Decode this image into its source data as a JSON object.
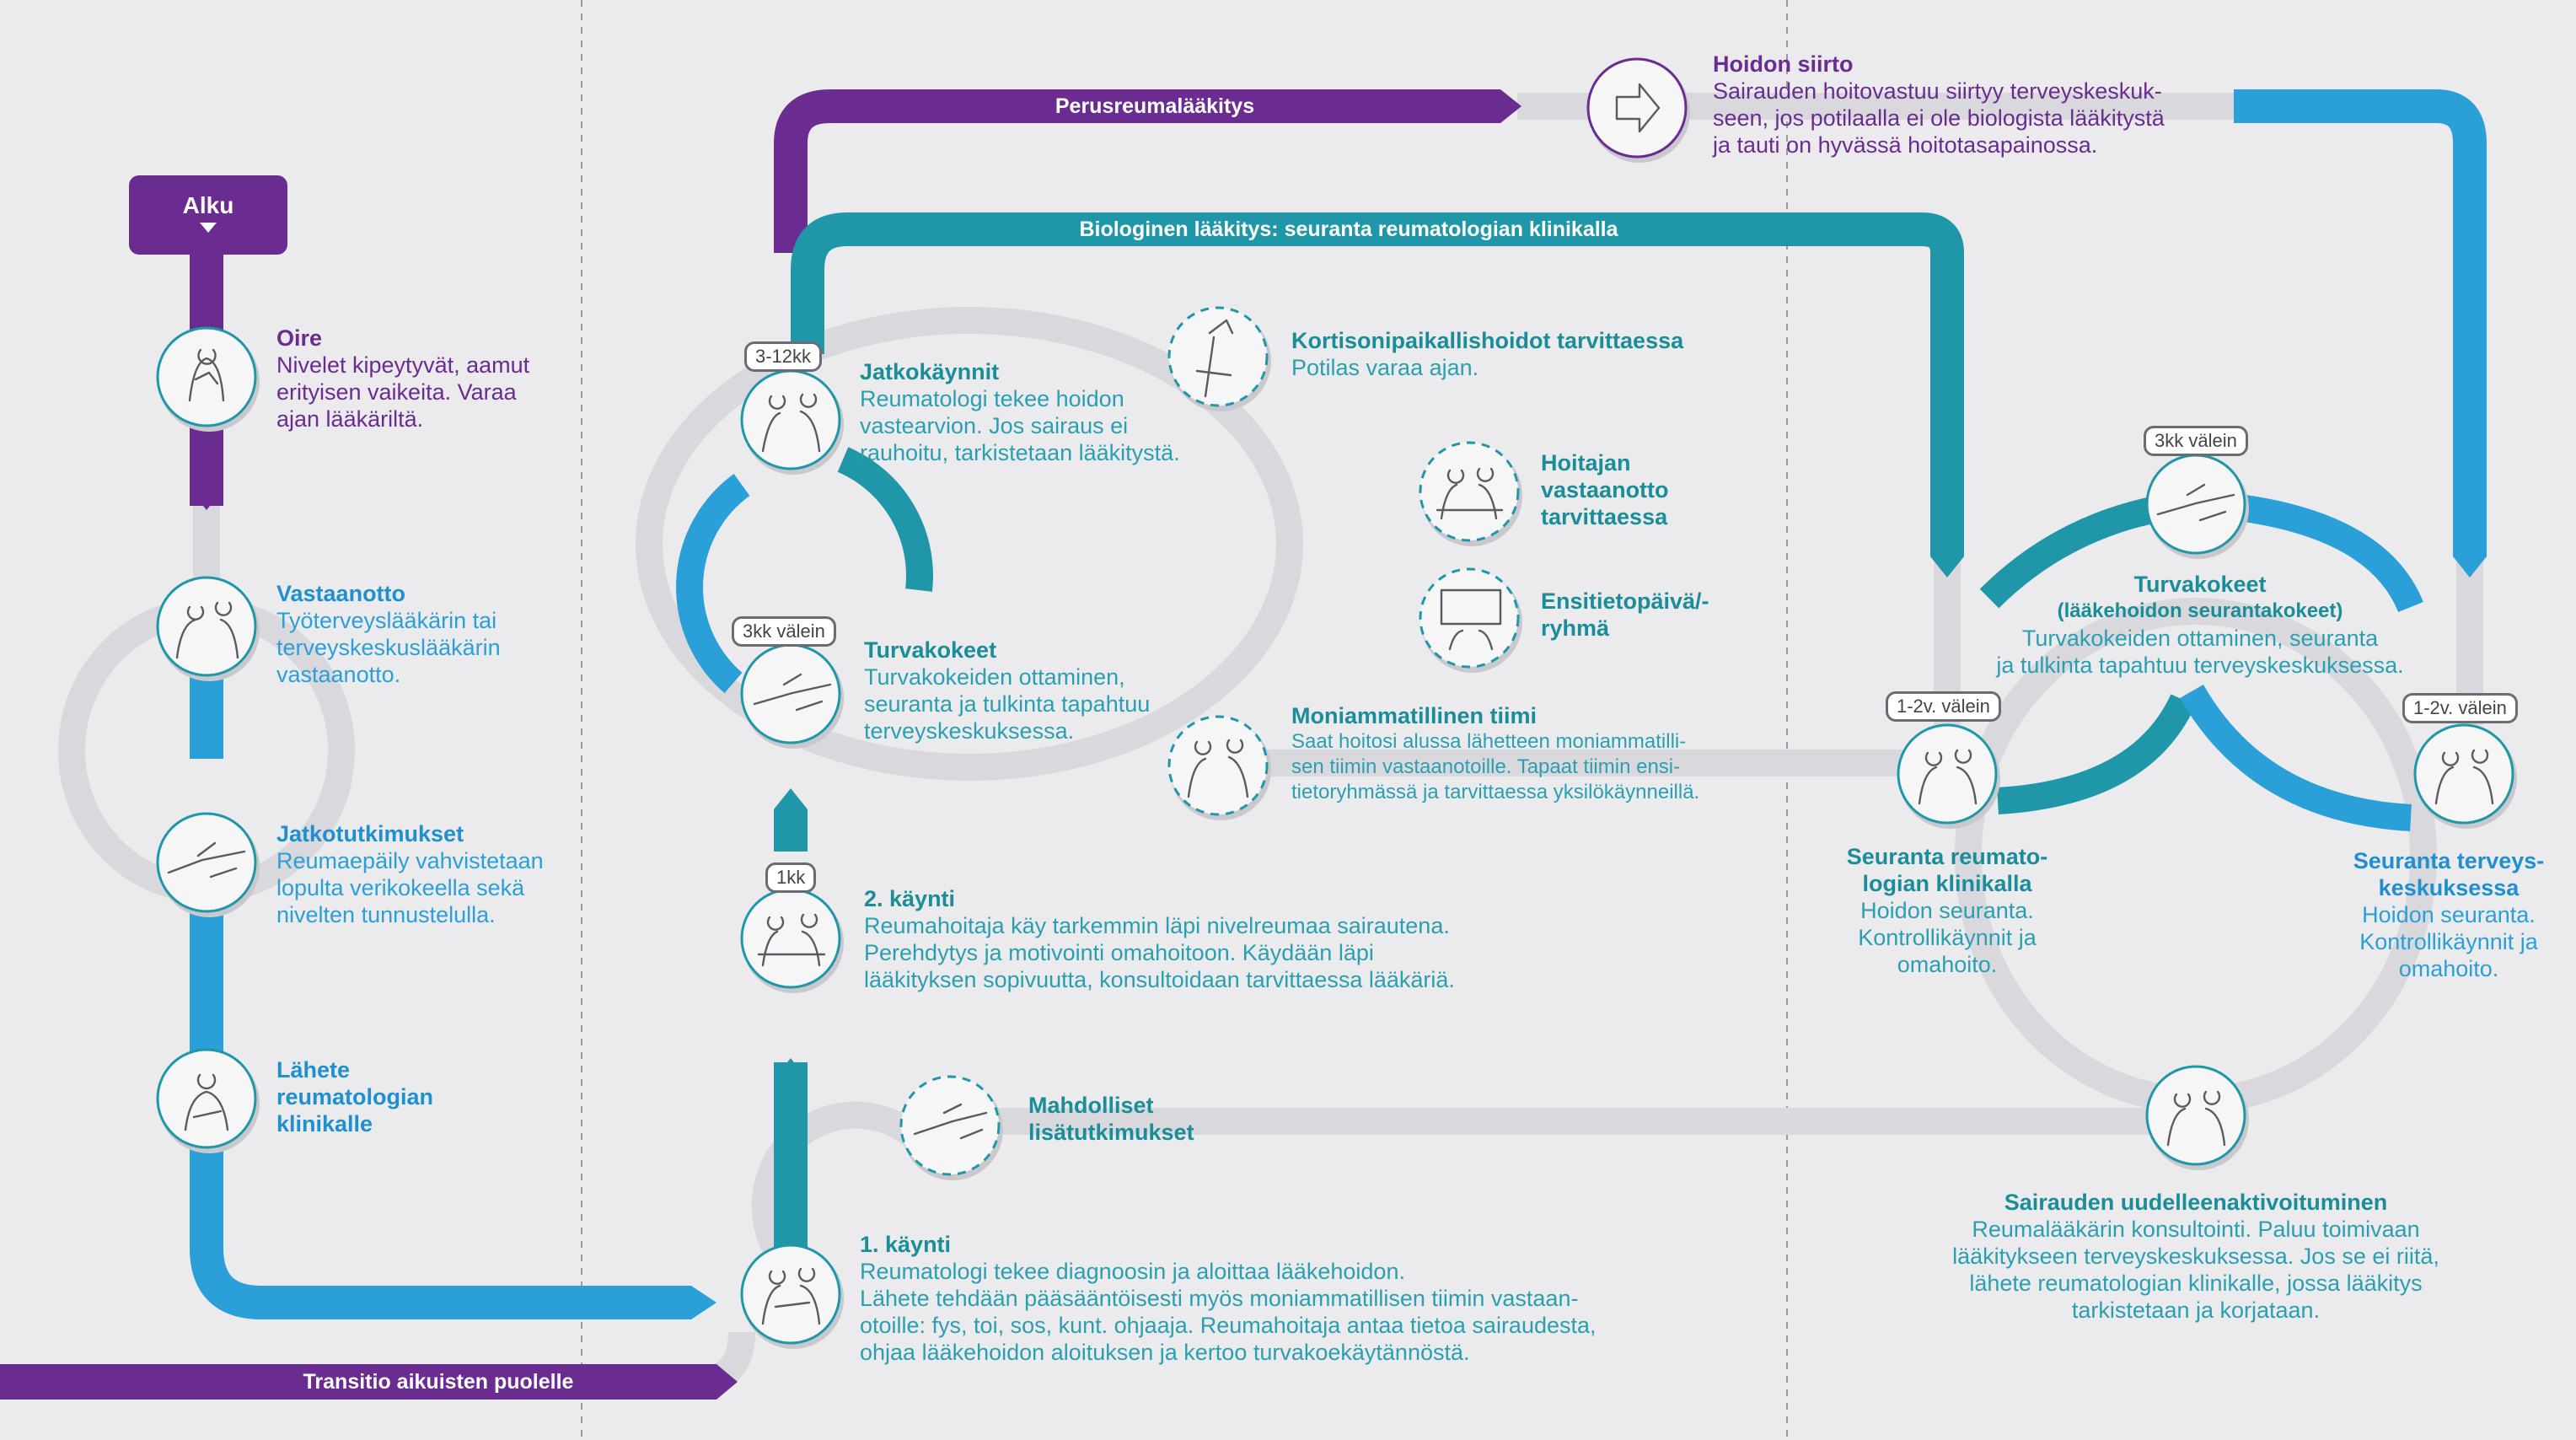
{
  "start": {
    "label": "Alku"
  },
  "bars": {
    "perus": "Perusreumalääkitys",
    "biologinen": "Biologinen lääkitys: seuranta reumatologian klinikalla",
    "transitio": "Transitio aikuisten puolelle"
  },
  "badges": {
    "jatko": "3-12kk",
    "turva_left": "3kk välein",
    "kaynti2": "1kk",
    "turva_right": "3kk välein",
    "seuranta_reuma": "1-2v. välein",
    "seuranta_terveys": "1-2v. välein"
  },
  "steps": {
    "oire": {
      "title": "Oire",
      "body": "Nivelet kipeytyvät, aamut\nerityisen vaikeita. Varaa\najan lääkäriltä."
    },
    "vastaanotto": {
      "title": "Vastaanotto",
      "body": "Työterveyslääkärin tai\nterveyskeskuslääkärin\nvastaanotto."
    },
    "jatkotutkimukset": {
      "title": "Jatkotutkimukset",
      "body": "Reumaepäily vahvistetaan\nlopulta verikokeella sekä\nnivelten tunnustelulla."
    },
    "lahete": {
      "title": "Lähete\nreumatologian\nklinikalle",
      "body": ""
    },
    "kaynti1": {
      "title": "1. käynti",
      "body": "Reumatologi tekee diagnoosin ja aloittaa lääkehoidon.\nLähete tehdään pääsääntöisesti myös moniammatillisen tiimin vastaan-\notoille: fys, toi, sos, kunt. ohjaaja. Reumahoitaja antaa tietoa sairaudesta,\nohjaa lääkehoidon aloituksen ja kertoo turvakoekäytännöstä."
    },
    "lisatutkimukset": {
      "title": "Mahdolliset\nlisätutkimukset",
      "body": ""
    },
    "kaynti2": {
      "title": "2. käynti",
      "body": "Reumahoitaja käy tarkemmin läpi nivelreumaa sairautena.\nPerehdytys ja motivointi omahoitoon. Käydään läpi\nlääkityksen sopivuutta, konsultoidaan tarvittaessa lääkäriä."
    },
    "turvakokeet": {
      "title": "Turvakokeet",
      "body": "Turvakokeiden ottaminen,\nseuranta ja tulkinta tapahtuu\nterveyskeskuksessa."
    },
    "jatkokaynnit": {
      "title": "Jatkokäynnit",
      "body": "Reumatologi tekee hoidon\nvastearvion. Jos sairaus ei\nrauhoitu, tarkistetaan lääkitystä."
    },
    "kortisoni": {
      "title": "Kortisonipaikallishoidot tarvittaessa",
      "body": "Potilas varaa ajan."
    },
    "hoitaja": {
      "title": "Hoitajan\nvastaanotto\ntarvittaessa",
      "body": ""
    },
    "ensitieto": {
      "title": "Ensitietopäivä/-\nryhmä",
      "body": ""
    },
    "moniammatillinen": {
      "title": "Moniammatillinen tiimi",
      "body": "Saat hoitosi alussa lähetteen moniammatilli-\nsen tiimin vastaanotoille.  Tapaat tiimin ensi-\ntietoryhmässä ja tarvittaessa yksilökäynneillä."
    },
    "hoidon_siirto": {
      "title": "Hoidon siirto",
      "body": "Sairauden hoitovastuu siirtyy terveyskeskuk-\nseen, jos potilaalla ei ole biologista lääkitystä\nja tauti on hyvässä hoitotasapainossa."
    },
    "turva_oikea": {
      "title": "Turvakokeet",
      "subtitle": "(lääkehoidon seurantakokeet)",
      "body": "Turvakokeiden ottaminen, seuranta\nja tulkinta tapahtuu terveyskeskuksessa."
    },
    "seuranta_reuma": {
      "title": "Seuranta reumato-\nlogian klinikalla",
      "body": "Hoidon seuranta.\nKontrollikäynnit ja\nomahoito."
    },
    "seuranta_terveys": {
      "title": "Seuranta terveys-\nkeskuksessa",
      "body": "Hoidon seuranta.\nKontrollikäynnit ja\nomahoito."
    },
    "uudelleen": {
      "title": "Sairauden uudelleenaktivoituminen",
      "body": "Reumalääkärin konsultointi. Paluu toimivaan\nlääkitykseen terveyskeskuksessa. Jos se ei riitä,\nlähete reumatologian klinikalle, jossa lääkitys\ntarkistetaan ja korjataan."
    }
  },
  "icons": {
    "oire": "person-holding-hands-icon",
    "vastaanotto": "doctor-consultation-icon",
    "jatkotutkimukset": "blood-test-arm-icon",
    "lahete": "doctor-writing-icon",
    "kaynti1": "doctor-patient-icon",
    "lisatutkimukset": "arm-examination-icon",
    "kaynti2": "nurse-patient-icon",
    "turvakokeet": "blood-sample-icon",
    "jatkokaynnit": "doctor-exam-icon",
    "kortisoni": "injection-icon",
    "hoitaja": "nurse-meeting-icon",
    "ensitieto": "group-meeting-icon",
    "moniammatillinen": "team-consultation-icon",
    "hoidon_siirto": "arrow-right-icon",
    "turva_oikea": "blood-sample-icon",
    "seuranta_reuma": "doctor-patient-icon",
    "seuranta_terveys": "doctor-consultation-icon",
    "uudelleen": "doctor-patient-icon"
  },
  "colors": {
    "purple": "#6a2c90",
    "teal": "#1f97a8",
    "blue": "#2a9fd8",
    "grey_track": "#d6d6da",
    "background": "#ebebed"
  }
}
